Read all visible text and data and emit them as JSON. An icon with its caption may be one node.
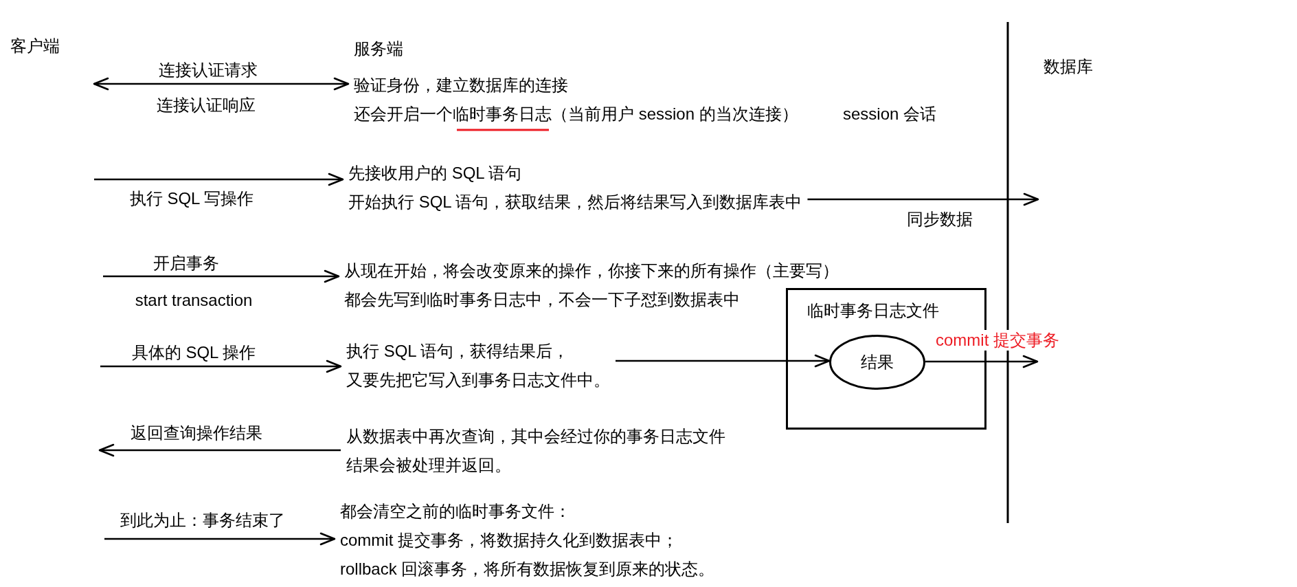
{
  "diagram": {
    "nodes": [
      {
        "text": [
          "验证身份，建立数据库的连接",
          "还会开启一个临时事务日志（当前用户 session 的当次连接）"
        ]
      },
      {
        "text": [
          "先接收用户的 SQL 语句",
          "开始执行 SQL 语句，获取结果，然后将结果写入到数据库表中"
        ]
      },
      {
        "text": [
          "从现在开始，将会改变原来的操作，你接下来的所有操作（主要写）",
          "都会先写到临时事务日志中，不会一下子怼到数据表中"
        ]
      },
      {
        "text": [
          "执行 SQL 语句，获得结果后，",
          "又要先把它写入到事务日志文件中。"
        ]
      },
      {
        "text": [
          "临时事务日志文件"
        ]
      },
      {
        "text": [
          "结果"
        ],
        "in": 4
      },
      {
        "text": [
          "从数据表中再次查询，其中会经过你的事务日志文件",
          "结果会被处理并返回。"
        ]
      },
      {
        "text": [
          "都会清空之前的临时事务文件：",
          "commit 提交事务，将数据持久化到数据表中；",
          "rollback 回滚事务，将所有数据恢复到原来的状态。"
        ]
      }
    ],
    "edges": [
      {
        "from": null,
        "to": 0,
        "arrow": "both",
        "label": "连接认证请求"
      },
      {
        "from": null,
        "to": 1,
        "arrow": "to",
        "label": "执行 SQL 写操作"
      },
      {
        "from": 1,
        "to": null,
        "arrow": "to",
        "label": "同步数据"
      },
      {
        "from": null,
        "to": 2,
        "arrow": "to",
        "label": "开启事务"
      },
      {
        "from": null,
        "to": 3,
        "arrow": "to",
        "label": "具体的 SQL 操作"
      },
      {
        "from": 3,
        "to": 5,
        "arrow": "to"
      },
      {
        "from": 5,
        "to": null,
        "arrow": "to",
        "label": "commit 提交事务"
      },
      {
        "from": 6,
        "to": null,
        "arrow": "to",
        "label": "返回查询操作结果"
      },
      {
        "from": null,
        "to": 7,
        "arrow": "to",
        "label": "到此为止：事务结束了"
      }
    ],
    "labels": [
      "客户端",
      "服务端",
      "数据库",
      "连接认证响应",
      "session 会话",
      "start transaction"
    ]
  }
}
